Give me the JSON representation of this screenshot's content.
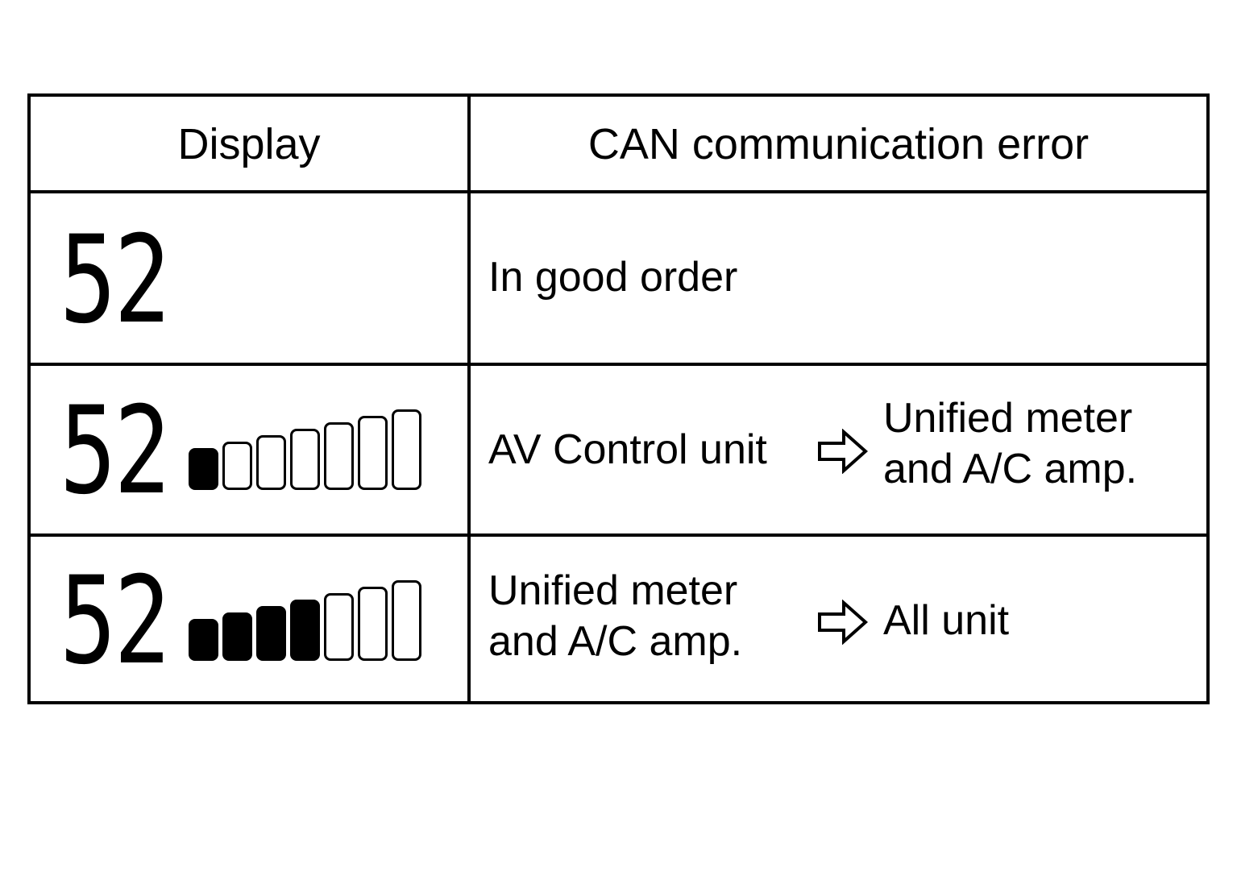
{
  "header": {
    "display": "Display",
    "can_error": "CAN communication error"
  },
  "rows": [
    {
      "digits": "52",
      "filled_segments": 0,
      "total_segments": 0,
      "source_lines": [
        "In good order"
      ],
      "target_lines": []
    },
    {
      "digits": "52",
      "filled_segments": 1,
      "total_segments": 7,
      "source_lines": [
        "AV Control unit"
      ],
      "target_lines": [
        "Unified meter",
        "and A/C amp."
      ]
    },
    {
      "digits": "52",
      "filled_segments": 4,
      "total_segments": 7,
      "source_lines": [
        "Unified meter",
        "and A/C amp."
      ],
      "target_lines": [
        "All unit"
      ]
    }
  ],
  "icons": {
    "arrow": "right-arrow-icon"
  }
}
